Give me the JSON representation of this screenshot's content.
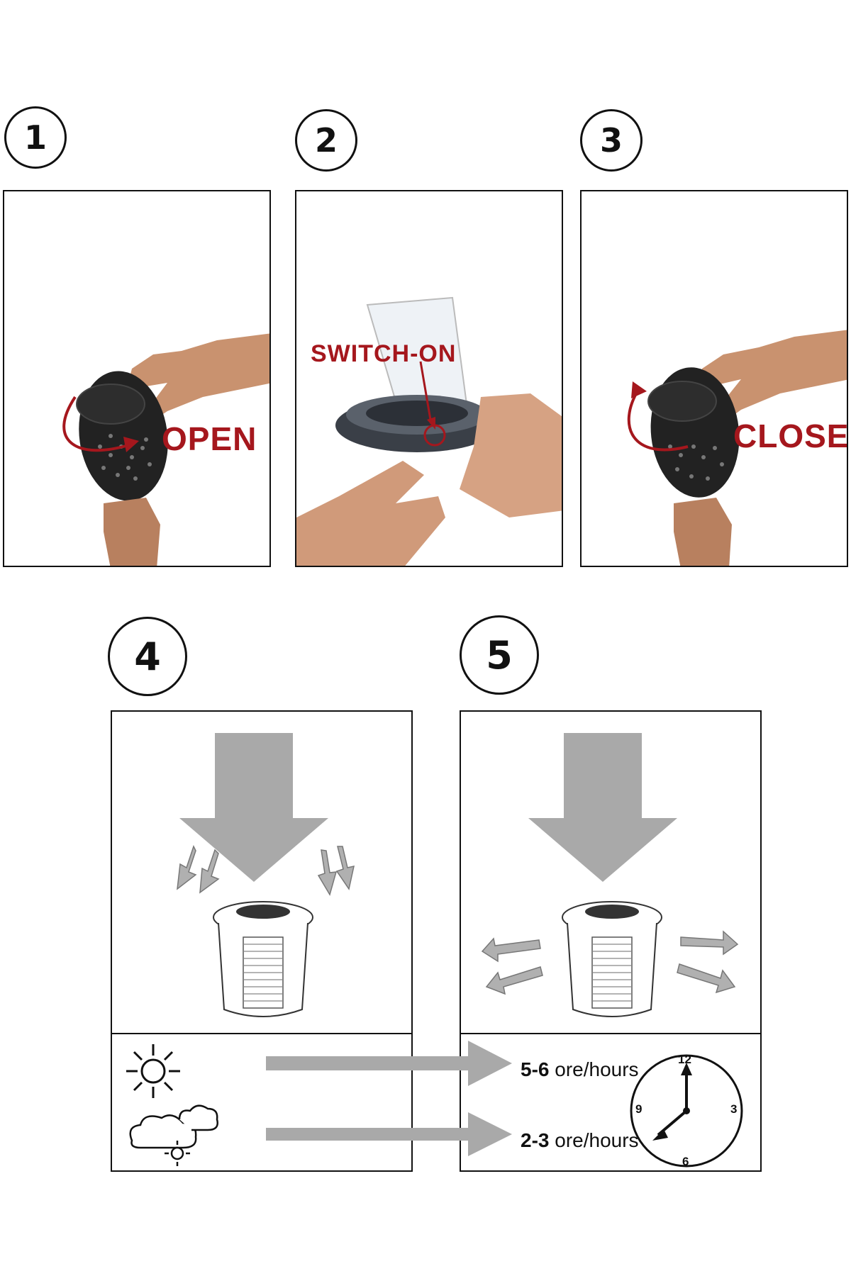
{
  "steps": {
    "s1": {
      "number": "1",
      "label": "OPEN"
    },
    "s2": {
      "number": "2",
      "label": "SWITCH-ON"
    },
    "s3": {
      "number": "3",
      "label": "CLOSE"
    },
    "s4": {
      "number": "4"
    },
    "s5": {
      "number": "5"
    }
  },
  "charging": {
    "sunny": {
      "range": "5-6",
      "unit": " ore/hours"
    },
    "cloudy": {
      "range": "2-3",
      "unit": " ore/hours"
    }
  },
  "clock": {
    "n12": "12",
    "n3": "3",
    "n6": "6",
    "n9": "9"
  },
  "colors": {
    "accent": "#a5171d",
    "arrow_gray": "#a9a9a9",
    "outline": "#111111"
  },
  "icons": [
    "sun-icon",
    "cloud-sun-icon",
    "clock-icon",
    "solar-lamp-icon"
  ]
}
